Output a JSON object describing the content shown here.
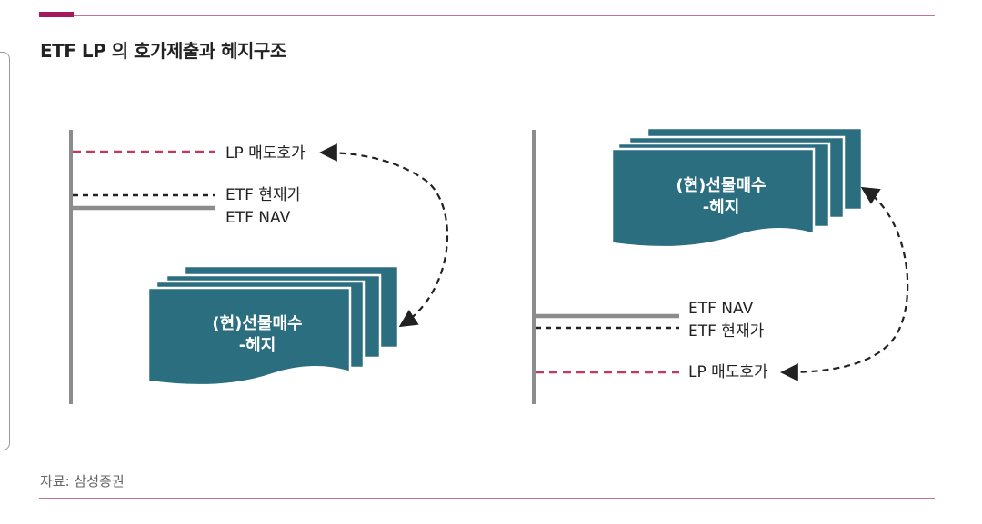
{
  "title": "ETF LP 의 호가제출과 헤지구조",
  "source": "자료: 삼성증권",
  "left_panel": {
    "lines": [
      "LP 매도호가",
      "ETF 현재가",
      "ETF NAV"
    ],
    "box": [
      "(현)선물매수",
      "-헤지"
    ]
  },
  "right_panel": {
    "lines": [
      "ETF NAV",
      "ETF 현재가",
      "LP 매도호가"
    ],
    "box": [
      "(현)선물매수",
      "-헤지"
    ]
  },
  "colors": {
    "accent": "#a3195b",
    "rule": "#c8719a",
    "lp_dash": "#c0395f",
    "price_dash": "#222222",
    "nav_line": "#8c8c8c",
    "axis": "#8c8c8c",
    "box_fill": "#2b6e80"
  }
}
